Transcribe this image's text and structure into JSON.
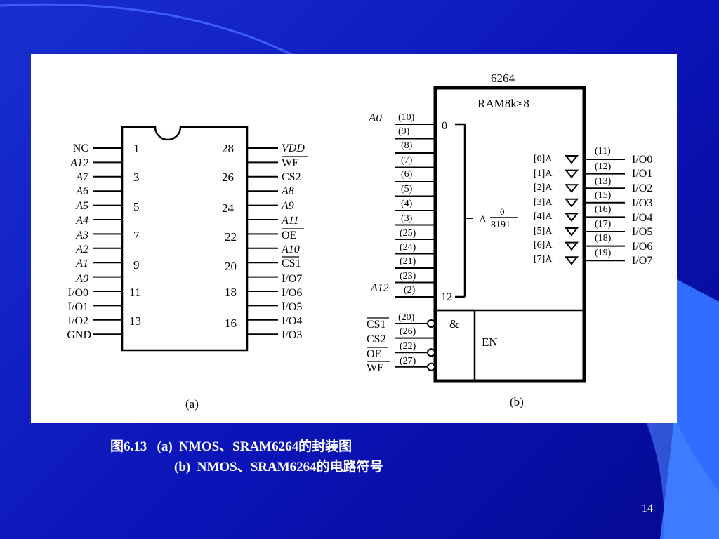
{
  "caption": {
    "line1": "图6.13   (a)  NMOS、SRAM6264的封装图",
    "line2": "(b)  NMOS、SRAM6264的电路符号"
  },
  "page_number": "14",
  "colors": {
    "background": "#0a14b8",
    "accent": "#2f6cff"
  },
  "package_a": {
    "label": "(a)",
    "left_pins": [
      "NC",
      "A12",
      "A7",
      "A6",
      "A5",
      "A4",
      "A3",
      "A2",
      "A1",
      "A0",
      "I/O0",
      "I/O1",
      "I/O2",
      "GND"
    ],
    "right_pins": [
      "VDD",
      "WE",
      "CS2",
      "A8",
      "A9",
      "A11",
      "OE",
      "A10",
      "CS1",
      "I/O7",
      "I/O6",
      "I/O5",
      "I/O4",
      "I/O3"
    ],
    "left_numbers": [
      "1",
      "3",
      "5",
      "7",
      "9",
      "11",
      "13"
    ],
    "right_numbers": [
      "28",
      "26",
      "24",
      "22",
      "20",
      "18",
      "16"
    ]
  },
  "symbol_b": {
    "label": "(b)",
    "chip_name": "6264",
    "chip_type": "RAM8k×8",
    "addr_top_label": "A0",
    "addr_bottom_label": "A12",
    "addr_pins": [
      "(10)",
      "(9)",
      "(8)",
      "(7)",
      "(6)",
      "(5)",
      "(4)",
      "(3)",
      "(25)",
      "(24)",
      "(21)",
      "(23)",
      "(2)"
    ],
    "addr_start": "0",
    "addr_end": "12",
    "addr_range_label": "A",
    "addr_range_top": "0",
    "addr_range_bottom": "8191",
    "data_lines": [
      "[0]A",
      "[1]A",
      "[2]A",
      "[3]A",
      "[4]A",
      "[5]A",
      "[6]A",
      "[7]A"
    ],
    "data_pins": [
      "(11)",
      "(12)",
      "(13)",
      "(15)",
      "(16)",
      "(17)",
      "(18)",
      "(19)"
    ],
    "data_labels": [
      "I/O0",
      "I/O1",
      "I/O2",
      "I/O3",
      "I/O4",
      "I/O5",
      "I/O6",
      "I/O7"
    ],
    "ctrl_labels": [
      "CS1",
      "CS2",
      "OE",
      "WE"
    ],
    "ctrl_pins": [
      "(20)",
      "(26)",
      "(22)",
      "(27)"
    ],
    "and_label": "&",
    "en_label": "EN"
  }
}
